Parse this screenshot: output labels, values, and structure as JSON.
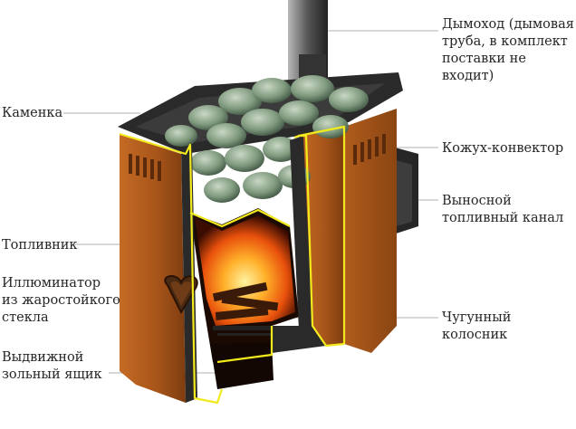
{
  "diagram": {
    "labels": {
      "chimney": "Дымоход (дымовая\nтруба, в комплект\nпоставки не входит)",
      "kamenka": "Каменка",
      "casing": "Кожух-конвектор",
      "channel": "Выносной\nтопливный канал",
      "firebox": "Топливник",
      "window": "Иллюминатор\nиз жаростойкого\nстекла",
      "grate": "Чугунный\nколосник",
      "ashbox": "Выдвижной\nзольный ящик"
    },
    "colors": {
      "body": "#b5601f",
      "body_dark": "#7e3c0f",
      "cast_iron": "#2a2a2a",
      "outline": "#f3ea1e",
      "stones": "#7f9a7e",
      "fire": "#f06a10",
      "leader": "#b0b0b0"
    }
  }
}
